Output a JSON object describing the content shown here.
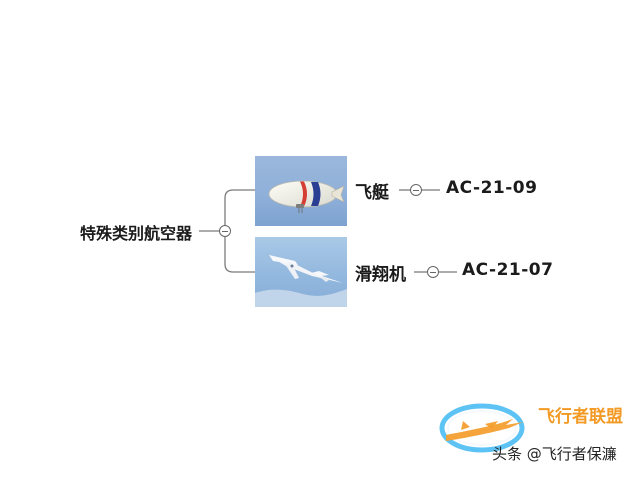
{
  "diagram": {
    "root": {
      "label": "特殊类别航空器"
    },
    "branches": [
      {
        "label": "飞艇",
        "code": "AC-21-09",
        "image": "airship-image"
      },
      {
        "label": "滑翔机",
        "code": "AC-21-07",
        "image": "glider-image"
      }
    ]
  },
  "watermark": {
    "brand": "飞行者联盟",
    "footer": "头条 @飞行者保濂"
  },
  "colors": {
    "line": "#7b7b7b",
    "brand": "#f39a25",
    "ring": "#36b5f2"
  }
}
